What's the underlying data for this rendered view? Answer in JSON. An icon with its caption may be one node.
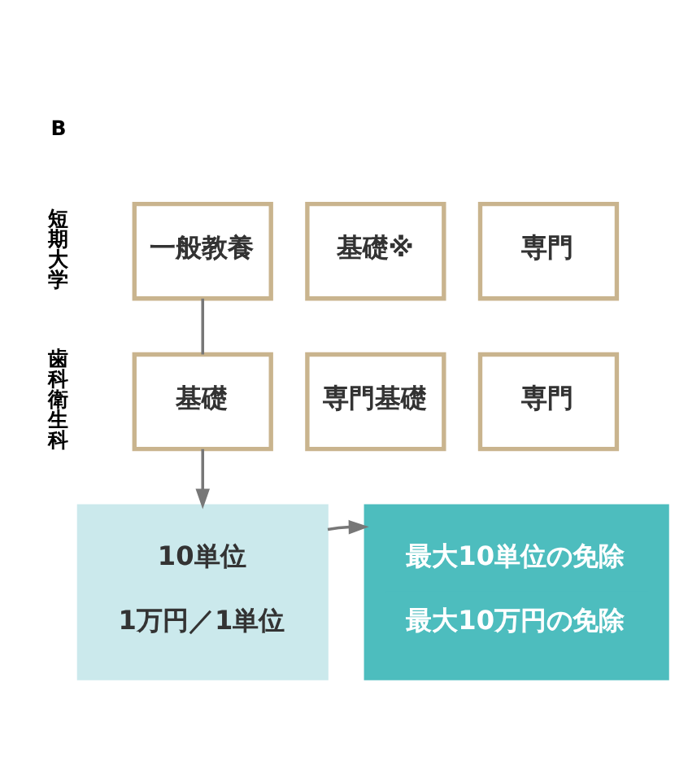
{
  "diagram": {
    "nodes": [
      {
        "text": [
          "一般教養"
        ]
      },
      {
        "text": [
          "基礎※"
        ]
      },
      {
        "text": [
          "専門"
        ]
      },
      {
        "text": [
          "基礎"
        ]
      },
      {
        "text": [
          "専門基礎"
        ]
      },
      {
        "text": [
          "専門"
        ]
      },
      {
        "text": [
          "10単位",
          "1万円／1単位"
        ]
      },
      {
        "text": [
          "最大10単位の免除",
          "最大10万円の免除"
        ]
      }
    ],
    "edges": [
      {
        "from": 0,
        "to": 3,
        "arrow": "none"
      },
      {
        "from": 3,
        "to": 6,
        "arrow": "to"
      },
      {
        "from": 6,
        "to": 7,
        "arrow": "to"
      }
    ],
    "labels": [
      "B",
      "短期大学",
      "歯科衛生科"
    ]
  }
}
